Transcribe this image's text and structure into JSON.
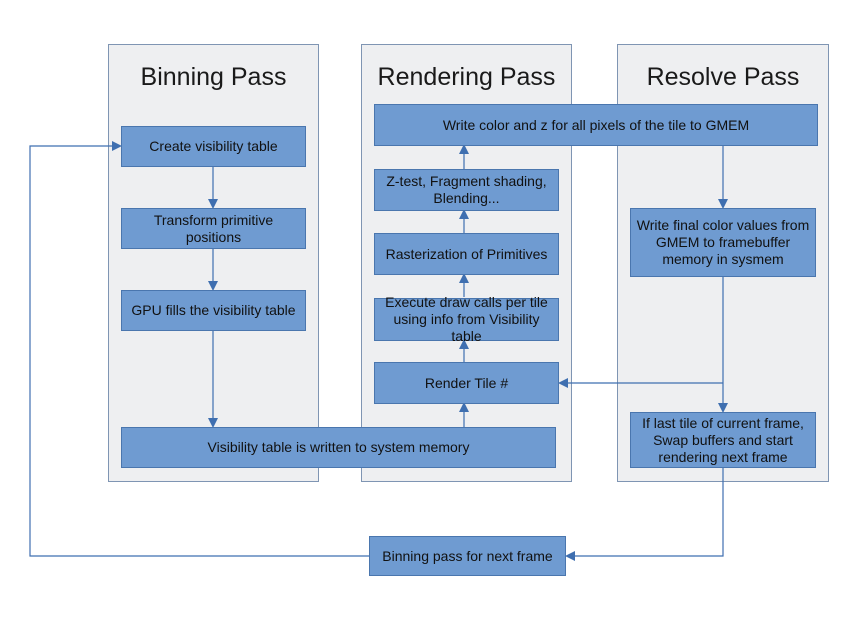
{
  "lanes": {
    "binning": "Binning Pass",
    "rendering": "Rendering Pass",
    "resolve": "Resolve Pass"
  },
  "boxes": {
    "create_visibility_table": "Create visibility table",
    "transform_primitive_positions": "Transform primitive positions",
    "gpu_fills_visibility_table": "GPU fills the visibility table",
    "visibility_table_written": "Visibility table is written to system memory",
    "render_tile": "Render Tile #",
    "execute_draw_calls": "Execute draw calls per tile using info from Visibility table",
    "rasterization": "Rasterization of Primitives",
    "ztest_fragment_blending": "Z-test, Fragment shading, Blending...",
    "write_color_z": "Write color and z for all pixels of the tile to GMEM",
    "write_final_color": "Write final color values from GMEM to framebuffer memory in sysmem",
    "last_tile_swap": "If last tile of current frame, Swap buffers and start rendering next frame",
    "binning_next_frame": "Binning pass for next frame"
  },
  "colors": {
    "lane_fill": "#eeeff1",
    "lane_border": "#7f95b3",
    "box_fill": "#6f9bd1",
    "box_border": "#4a76ae",
    "connector": "#3f6fb0"
  }
}
